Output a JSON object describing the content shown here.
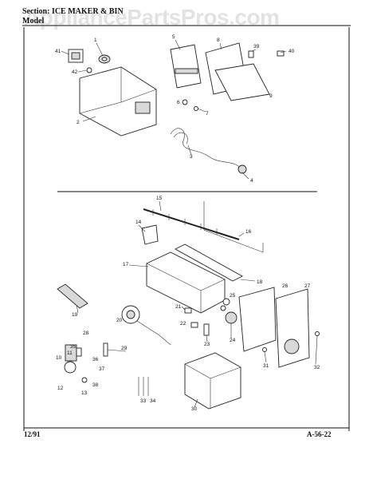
{
  "header": {
    "section": "Section:   ICE MAKER & BIN",
    "model_prefix": "Model"
  },
  "watermark": "AppliancePartsPros.com",
  "footer": {
    "date": "12/91",
    "page_code": "A-56-22"
  },
  "callouts": {
    "c1": "1",
    "c2": "2",
    "c3": "3",
    "c4": "4",
    "c5": "5",
    "c6": "6",
    "c7": "7",
    "c8": "8",
    "c9": "9",
    "c10": "10",
    "c11": "11",
    "c12": "12",
    "c13": "13",
    "c14": "14",
    "c15": "15",
    "c16": "16",
    "c17": "17",
    "c18": "18",
    "c19": "19",
    "c20": "20",
    "c21": "21",
    "c22": "22",
    "c23": "23",
    "c24": "24",
    "c25": "25",
    "c26": "26",
    "c27": "27",
    "c28": "28",
    "c29": "29",
    "c30": "30",
    "c31": "31",
    "c32": "32",
    "c33": "33",
    "c34": "34",
    "c35": "35",
    "c36": "36",
    "c37": "37",
    "c38": "38",
    "c39": "39",
    "c40": "40",
    "c41": "41",
    "c42": "42"
  },
  "colors": {
    "ink": "#111111",
    "paper": "#ffffff",
    "watermark": "#969696"
  }
}
